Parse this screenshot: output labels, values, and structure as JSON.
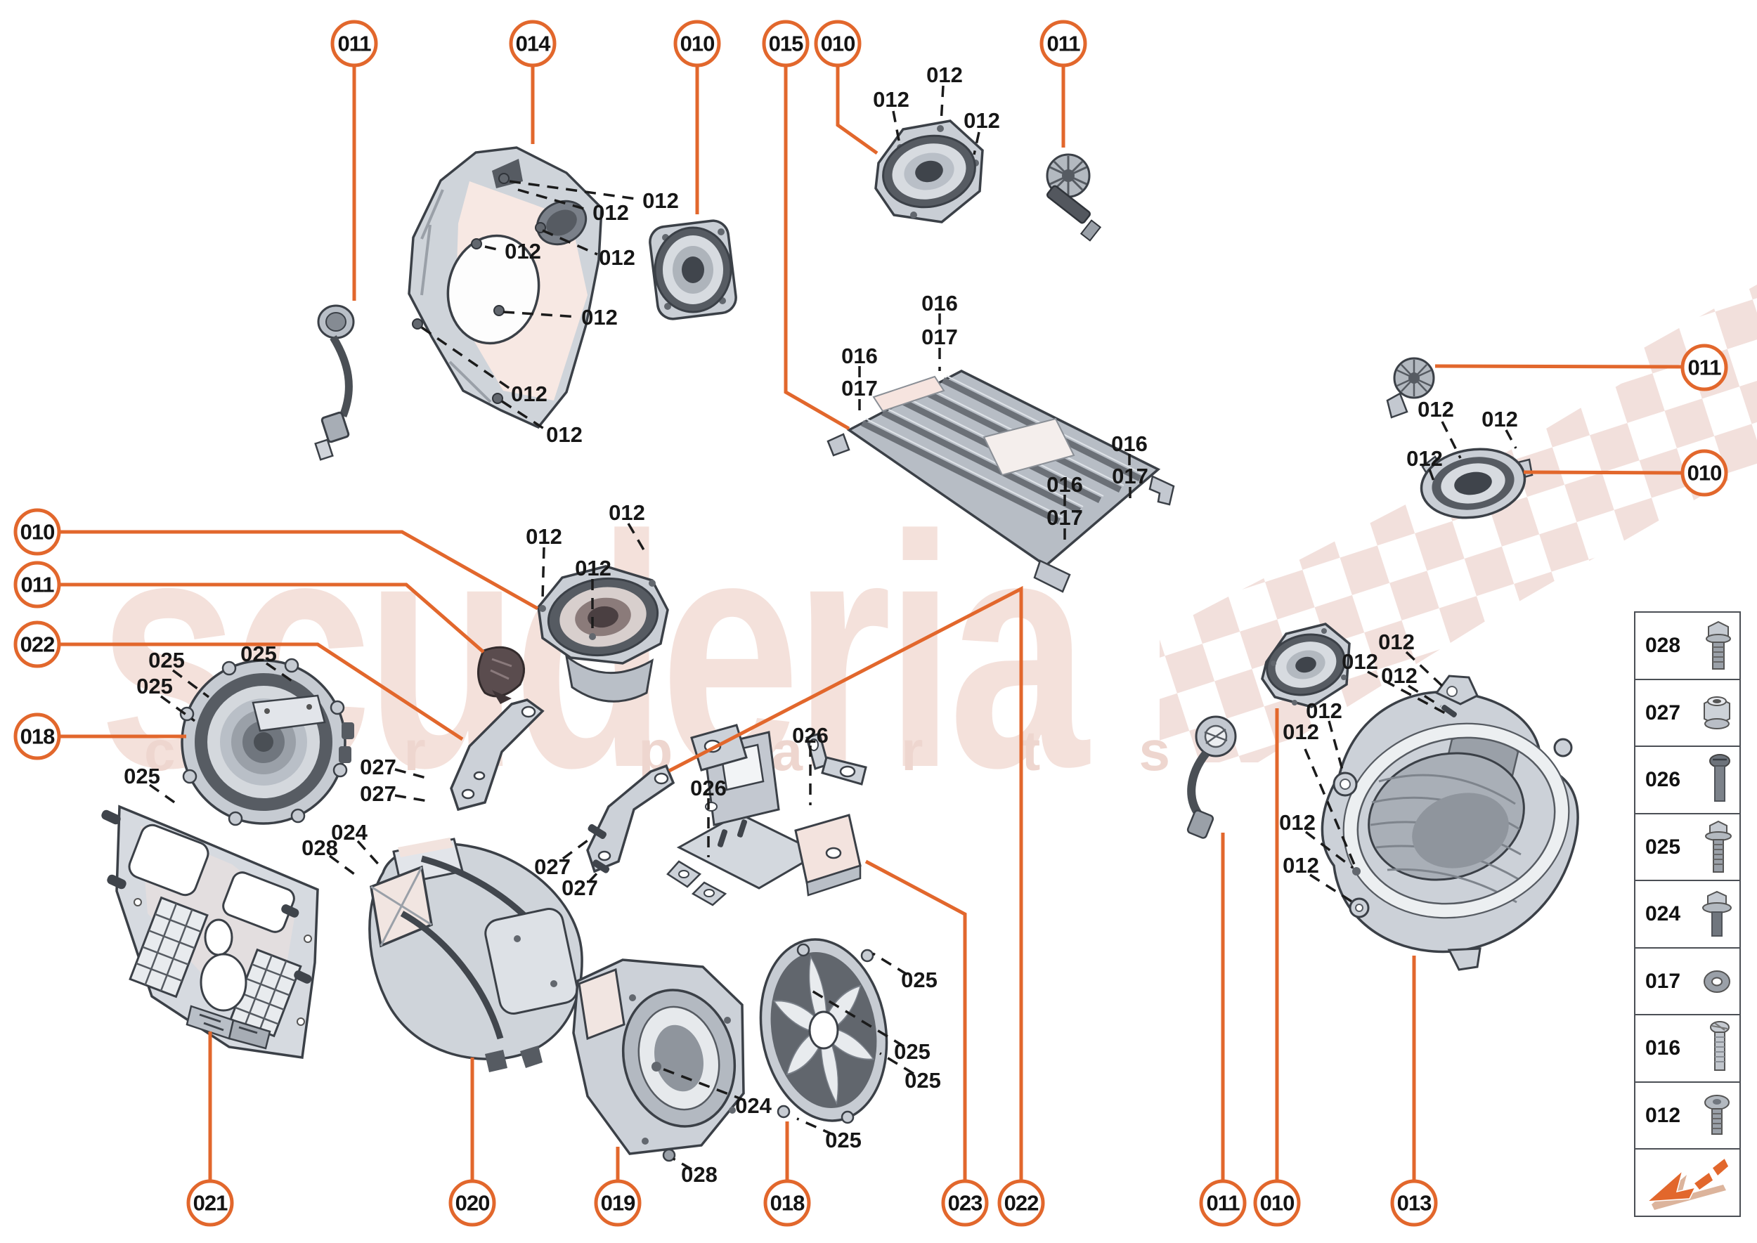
{
  "brand": {
    "watermark_title": "scuderia",
    "watermark_subtitle": "car parts"
  },
  "colors": {
    "accent_orange": "#e2672c",
    "label_black": "#161616",
    "watermark_pink": "#f4e1db",
    "checker_pink": "#f2e0dc"
  },
  "callouts": {
    "top": [
      "011",
      "014",
      "010",
      "015",
      "010",
      "011"
    ],
    "left": [
      "010",
      "011",
      "022",
      "018"
    ],
    "right": [
      "011",
      "010"
    ],
    "bottom": [
      "021",
      "020",
      "019",
      "018",
      "023",
      "022",
      "011",
      "010",
      "013"
    ]
  },
  "labels": {
    "bracket14": [
      "012",
      "012",
      "012",
      "012",
      "012",
      "012",
      "012"
    ],
    "speaker_top": [
      "012",
      "012",
      "012"
    ],
    "amp": [
      "016",
      "017",
      "016",
      "017",
      "016",
      "017",
      "016",
      "017"
    ],
    "right_tweeter": [
      "012",
      "012",
      "012"
    ],
    "center_speaker": [
      "012",
      "012",
      "012"
    ],
    "left_woofer": [
      "025",
      "025",
      "025",
      "025"
    ],
    "left_bracket": [
      "027",
      "027"
    ],
    "x_bracket": [
      "026",
      "026"
    ],
    "right_bracket": [
      "027",
      "027"
    ],
    "sub_box": [
      "024",
      "028"
    ],
    "grille": [
      "025",
      "025",
      "025",
      "024",
      "025",
      "028"
    ],
    "enclosure": [
      "012",
      "012",
      "012",
      "012",
      "012",
      "012",
      "012"
    ]
  },
  "sidebar": {
    "items": [
      {
        "code": "028",
        "icon": "flange-bolt-icon"
      },
      {
        "code": "027",
        "icon": "flange-nut-icon"
      },
      {
        "code": "026",
        "icon": "pan-head-screw-icon"
      },
      {
        "code": "025",
        "icon": "flange-bolt-washer-icon"
      },
      {
        "code": "024",
        "icon": "short-flange-bolt-icon"
      },
      {
        "code": "017",
        "icon": "washer-icon"
      },
      {
        "code": "016",
        "icon": "machine-screw-icon"
      },
      {
        "code": "012",
        "icon": "round-head-screw-icon"
      }
    ],
    "logo": "scuderia-arrow-logo"
  }
}
